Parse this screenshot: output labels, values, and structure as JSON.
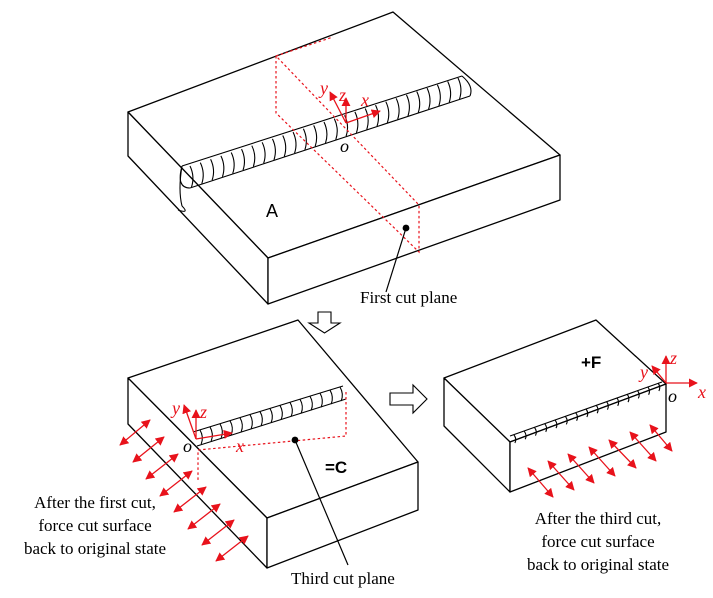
{
  "colors": {
    "accent": "#e8121b",
    "line": "#000000"
  },
  "labels": {
    "region_a": "A",
    "first_cut_plane": "First cut plane",
    "equals_c": "=C",
    "plus_f": "+F",
    "third_cut_plane": "Third cut plane",
    "after_first_line1": "After the first cut,",
    "after_first_line2": "force cut surface",
    "after_first_line3": "back to original state",
    "after_third_line1": "After the third cut,",
    "after_third_line2": "force cut surface",
    "after_third_line3": "back to original state"
  },
  "axes": {
    "x": "x",
    "y": "y",
    "z": "z",
    "o": "o"
  },
  "icons": {
    "down_arrow": "hollow-down-arrow-icon",
    "right_arrow": "hollow-right-arrow-icon"
  }
}
